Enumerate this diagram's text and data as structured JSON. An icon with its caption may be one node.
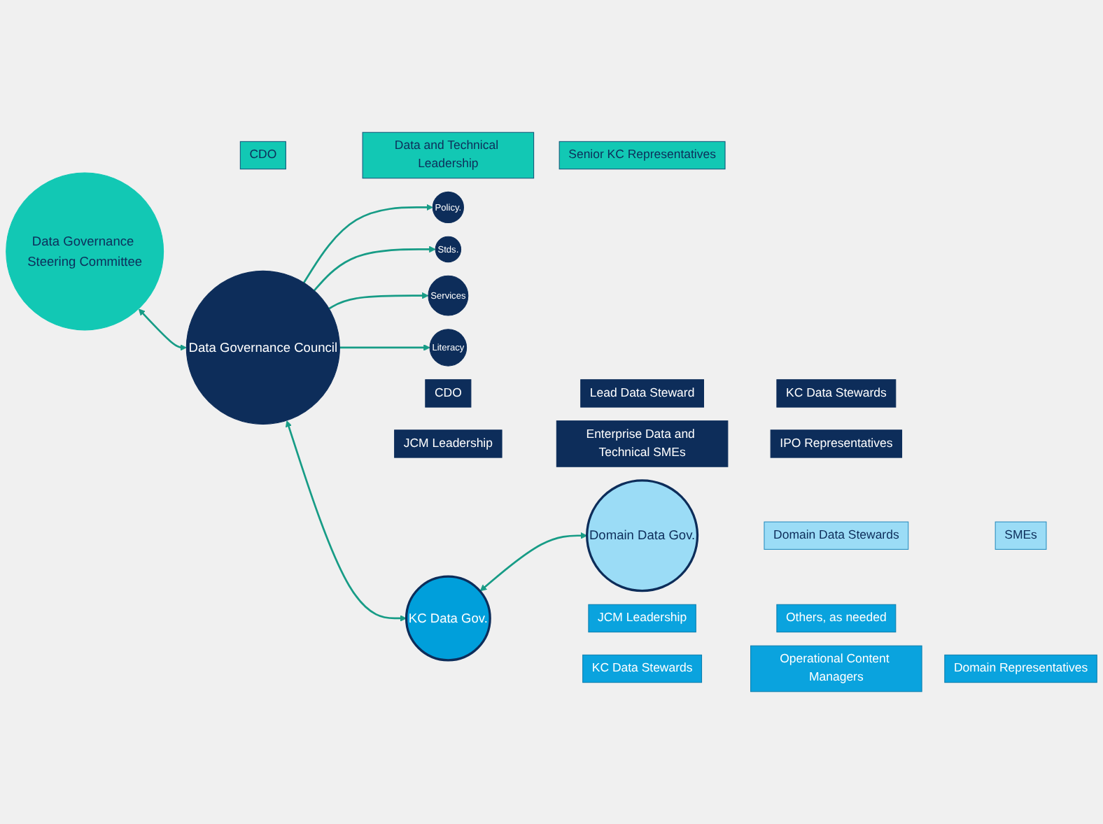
{
  "diagram": {
    "nodes": [
      {
        "text": [
          "Data Governance Steering Committee"
        ]
      },
      {
        "text": [
          "CDO"
        ]
      },
      {
        "text": [
          "Data and Technical Leadership"
        ]
      },
      {
        "text": [
          "Senior KC Representatives"
        ]
      },
      {
        "text": [
          "Policy."
        ]
      },
      {
        "text": [
          "Data Governance Council"
        ]
      },
      {
        "text": [
          "Stds."
        ]
      },
      {
        "text": [
          "Services"
        ]
      },
      {
        "text": [
          "Literacy"
        ]
      },
      {
        "text": [
          "CDO"
        ]
      },
      {
        "text": [
          "Lead Data Steward"
        ]
      },
      {
        "text": [
          "KC Data Stewards"
        ]
      },
      {
        "text": [
          "JCM Leadership"
        ]
      },
      {
        "text": [
          "Enterprise Data and Technical SMEs"
        ]
      },
      {
        "text": [
          "IPO Representatives"
        ]
      },
      {
        "text": [
          "KC Data Gov."
        ]
      },
      {
        "text": [
          "KC Data Stewards"
        ]
      },
      {
        "text": [
          "Operational Content Managers"
        ]
      },
      {
        "text": [
          "Domain Representatives"
        ]
      },
      {
        "text": [
          "JCM Leadership"
        ]
      },
      {
        "text": [
          "Others, as needed"
        ]
      },
      {
        "text": [
          "Domain Data Gov."
        ]
      },
      {
        "text": [
          "Domain Data Stewards"
        ]
      },
      {
        "text": [
          "SMEs"
        ]
      }
    ],
    "edges": [
      {
        "from": 0,
        "to": 5,
        "arrow": "both"
      },
      {
        "from": 5,
        "to": 4,
        "arrow": "to"
      },
      {
        "from": 5,
        "to": 6,
        "arrow": "to"
      },
      {
        "from": 5,
        "to": 7,
        "arrow": "to"
      },
      {
        "from": 5,
        "to": 8,
        "arrow": "to"
      },
      {
        "from": 5,
        "to": 15,
        "arrow": "both"
      },
      {
        "from": 15,
        "to": 21,
        "arrow": "both"
      }
    ]
  }
}
